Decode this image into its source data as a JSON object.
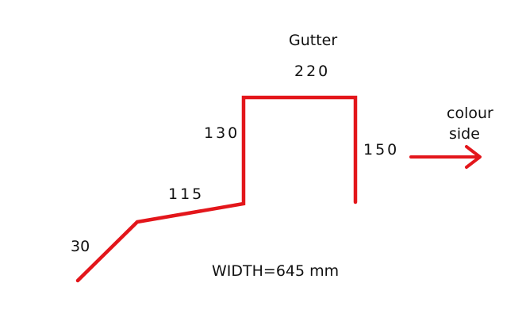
{
  "title": "Gutter",
  "dimensions": {
    "top": "220",
    "left_side": "130",
    "right_side": "150",
    "slope": "115",
    "lip": "30"
  },
  "width_note": "WIDTH=645 mm",
  "colour_side": {
    "line1": "colour",
    "line2": "side"
  },
  "colors": {
    "profile": "#e3161b",
    "text": "#111111"
  }
}
